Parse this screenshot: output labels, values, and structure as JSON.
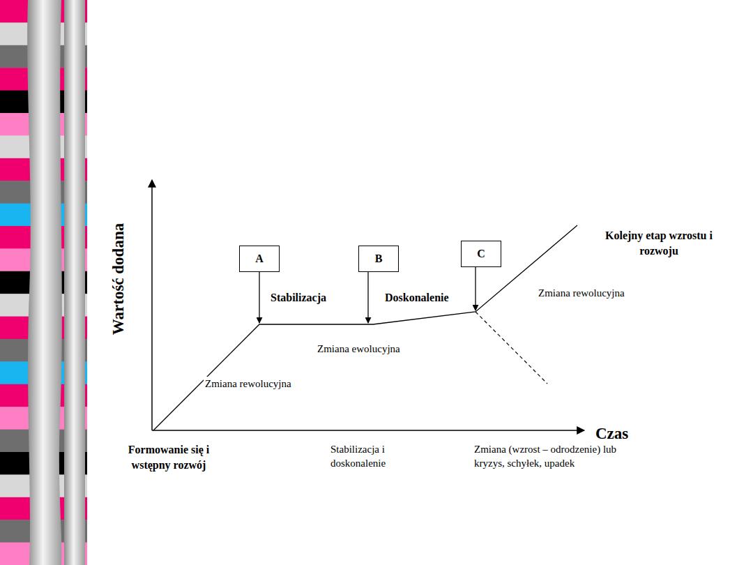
{
  "diagram": {
    "nodes": [
      {
        "text": [
          "A"
        ]
      },
      {
        "text": [
          "B"
        ]
      },
      {
        "text": [
          "C"
        ]
      }
    ],
    "labels": [
      "Wartość dodana",
      "Stabilizacja",
      "Doskonalenie",
      "Zmiana rewolucyjna",
      "Zmiana ewolucyjna",
      "Kolejny etap wzrostu i rozwoju",
      "Zmiana rewolucyjna",
      "Czas",
      "Formowanie się i wstępny rozwój",
      "Stabilizacja i doskonalenie",
      "Zmiana (wzrost – odrodzenie) lub kryzys, schyłek, upadek"
    ]
  }
}
